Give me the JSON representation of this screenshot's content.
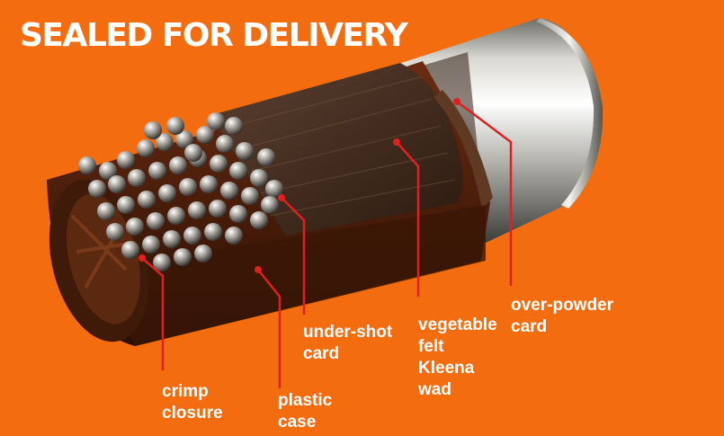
{
  "title": "SEALED FOR DELIVERY",
  "colors": {
    "background": "#F36C10",
    "text": "#FFFFFF",
    "leader": "#E0201E"
  },
  "labels": [
    {
      "id": "crimp-closure",
      "lines": [
        "crimp",
        "closure"
      ]
    },
    {
      "id": "plastic-case",
      "lines": [
        "plastic",
        "case"
      ]
    },
    {
      "id": "under-shot-card",
      "lines": [
        "under-shot",
        "card"
      ]
    },
    {
      "id": "vegetable-felt-kleena-wad",
      "lines": [
        "vegetable",
        "felt",
        "Kleena",
        "wad"
      ]
    },
    {
      "id": "over-powder-card",
      "lines": [
        "over-powder",
        "card"
      ]
    }
  ]
}
